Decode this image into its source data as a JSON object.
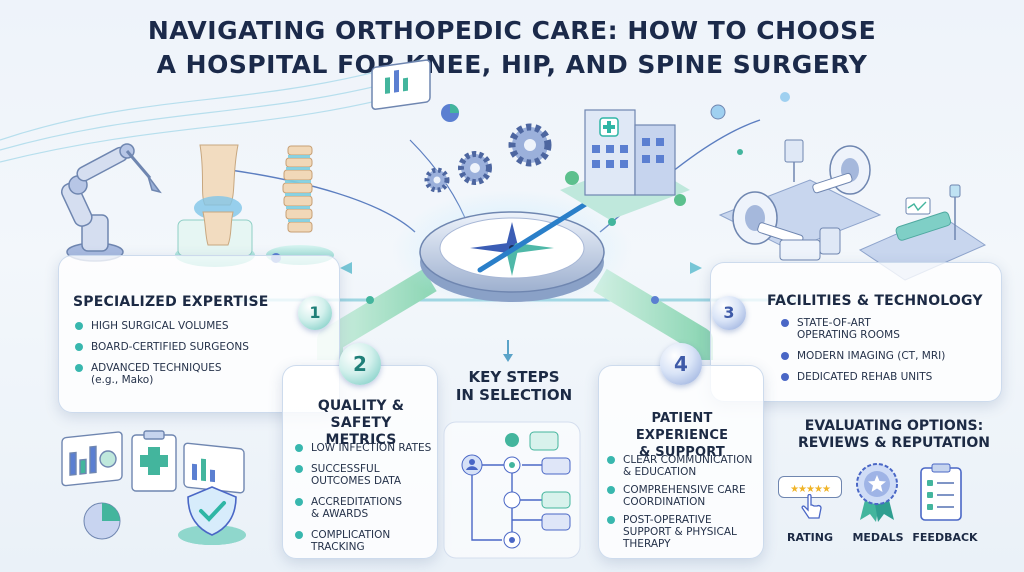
{
  "title": {
    "line1": "NAVIGATING ORTHOPEDIC CARE: HOW TO CHOOSE",
    "line2": "A HOSPITAL FOR KNEE, HIP, AND SPINE SURGERY"
  },
  "center": {
    "line1": "KEY STEPS",
    "line2": "IN SELECTION"
  },
  "sections": {
    "expertise": {
      "number": "1",
      "heading": "SPECIALIZED EXPERTISE",
      "items": [
        "HIGH SURGICAL VOLUMES",
        "BOARD-CERTIFIED SURGEONS",
        "ADVANCED TECHNIQUES",
        "(e.g., Mako)"
      ]
    },
    "quality": {
      "number": "2",
      "heading_line1": "QUALITY &",
      "heading_line2": "SAFETY METRICS",
      "items": [
        "LOW INFECTION RATES",
        "SUCCESSFUL",
        "OUTCOMES DATA",
        "ACCREDITATIONS",
        "& AWARDS",
        "COMPLICATION",
        "TRACKING"
      ]
    },
    "facilities": {
      "number": "3",
      "heading": "FACILITIES & TECHNOLOGY",
      "items": [
        "STATE-OF-ART",
        "OPERATING ROOMS",
        "MODERN IMAGING (CT, MRI)",
        "DEDICATED REHAB UNITS"
      ]
    },
    "experience": {
      "number": "4",
      "heading_line1": "PATIENT EXPERIENCE",
      "heading_line2": "& SUPPORT",
      "items": [
        "CLEAR COMMUNICATION",
        "& EDUCATION",
        "COMPREHENSIVE CARE",
        "COORDINATION",
        "POST-OPERATIVE",
        "SUPPORT & PHYSICAL",
        "THERAPY"
      ]
    }
  },
  "evaluating": {
    "heading_line1": "EVALUATING OPTIONS:",
    "heading_line2": "REVIEWS & REPUTATION",
    "captions": [
      "RATING",
      "MEDALS",
      "FEEDBACK"
    ],
    "stars": "★★★★★"
  },
  "colors": {
    "accent_teal": "#38b7ae",
    "accent_blue": "#4a67c6",
    "title_navy": "#1b2a4a",
    "arrow_green": "#7fd3a8"
  },
  "icons": [
    "robot-arm-icon",
    "knee-joint-icon",
    "spine-icon",
    "compass-icon",
    "gear-icon",
    "hospital-building-icon",
    "analytics-screen-icon",
    "mri-scanner-icon",
    "operating-room-icon",
    "dashboard-icon",
    "clipboard-icon",
    "shield-check-icon",
    "flowchart-icon",
    "rating-icon",
    "medal-icon",
    "feedback-clipboard-icon",
    "hand-pointer-icon"
  ]
}
